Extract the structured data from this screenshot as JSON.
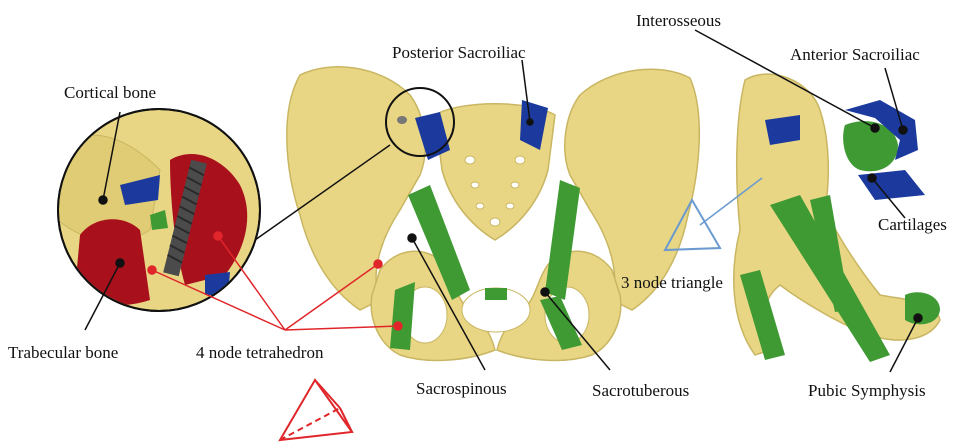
{
  "labels": {
    "cortical_bone": "Cortical bone",
    "trabecular_bone": "Trabecular bone",
    "four_node": "4 node tetrahedron",
    "posterior_sacroiliac": "Posterior Sacroiliac",
    "sacrospinous": "Sacrospinous",
    "sacrotuberous": "Sacrotuberous",
    "interosseous": "Interosseous",
    "anterior_sacroiliac": "Anterior Sacroiliac",
    "cartilages": "Cartilages",
    "three_node": "3 node triangle",
    "pubic_symphysis": "Pubic Symphysis"
  },
  "colors": {
    "bone": "#e8d684",
    "bone_shade": "#c9b662",
    "ligament_green": "#3f9a34",
    "ligament_blue": "#1c3a9e",
    "trabecular_red": "#a8101c",
    "screw": "#4b4b4b",
    "element_red": "#e0262a",
    "element_blue": "#6a9ad0",
    "leader": "#111111"
  },
  "icons": [
    "tetrahedron-element-icon",
    "triangle-element-icon",
    "screw-icon"
  ]
}
